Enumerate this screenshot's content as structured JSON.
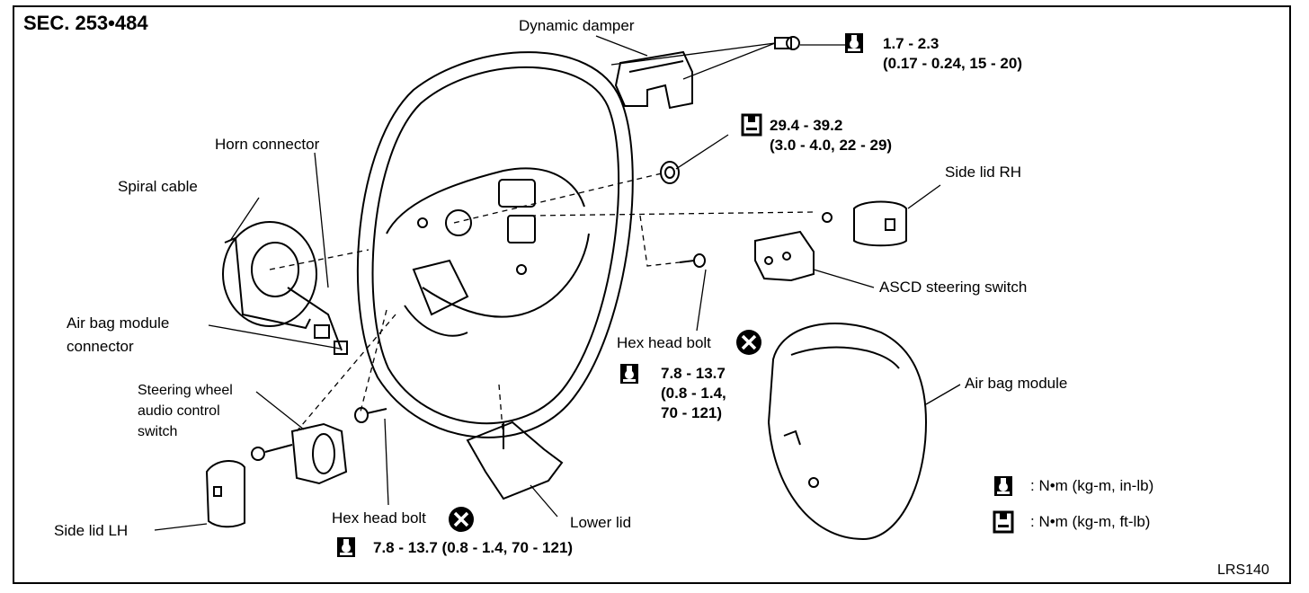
{
  "section": "SEC. 253•484",
  "figure_code": "LRS140",
  "labels": {
    "dynamic_damper": "Dynamic damper",
    "horn_connector": "Horn connector",
    "spiral_cable": "Spiral cable",
    "side_lid_rh": "Side lid RH",
    "air_bag_module_connector_1": "Air bag module",
    "air_bag_module_connector_2": "connector",
    "ascd_steering_switch": "ASCD steering switch",
    "hex_head_bolt_right": "Hex head bolt",
    "air_bag_module": "Air bag module",
    "steering_wheel_audio_1": "Steering wheel",
    "steering_wheel_audio_2": "audio control",
    "steering_wheel_audio_3": "switch",
    "side_lid_lh": "Side lid LH",
    "hex_head_bolt_bottom": "Hex head bolt",
    "lower_lid": "Lower lid"
  },
  "torques": {
    "damper_1": "1.7 - 2.3",
    "damper_2": "(0.17 - 0.24, 15 - 20)",
    "nut_1": "29.4 - 39.2",
    "nut_2": "(3.0 - 4.0, 22 - 29)",
    "right_bolt_1": "7.8 - 13.7",
    "right_bolt_2": "(0.8 - 1.4,",
    "right_bolt_3": "70 - 121)",
    "bottom_bolt": "7.8 - 13.7 (0.8 - 1.4, 70 - 121)"
  },
  "legend": {
    "in_lb": ": N•m (kg-m, in-lb)",
    "ft_lb": ": N•m (kg-m, ft-lb)"
  }
}
